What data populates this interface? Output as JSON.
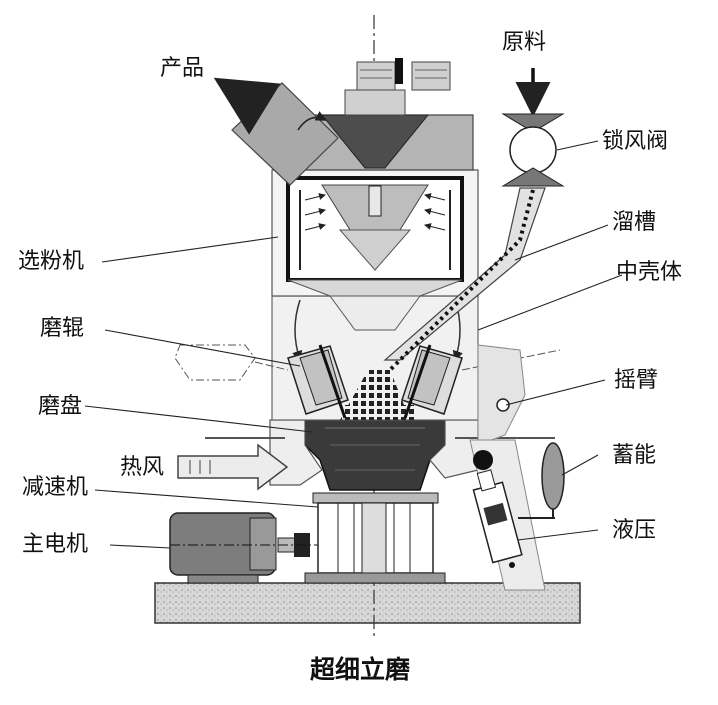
{
  "labels": {
    "product": "产品",
    "raw_material": "原料",
    "airlock_valve": "锁风阀",
    "classifier": "选粉机",
    "chute": "溜槽",
    "middle_shell": "中壳体",
    "grinding_roller": "磨辊",
    "rocker_arm": "摇臂",
    "grinding_disc": "磨盘",
    "accumulator": "蓄能",
    "hot_air": "热风",
    "reducer": "减速机",
    "hydraulic": "液压",
    "main_motor": "主电机"
  },
  "caption": "超细立磨",
  "colors": {
    "line": "#1a1a1a",
    "light_gray": "#e2e2e2",
    "mid_gray": "#a9a9a9",
    "dark_gray": "#4a4a4a",
    "base": "#d6d6d6"
  }
}
